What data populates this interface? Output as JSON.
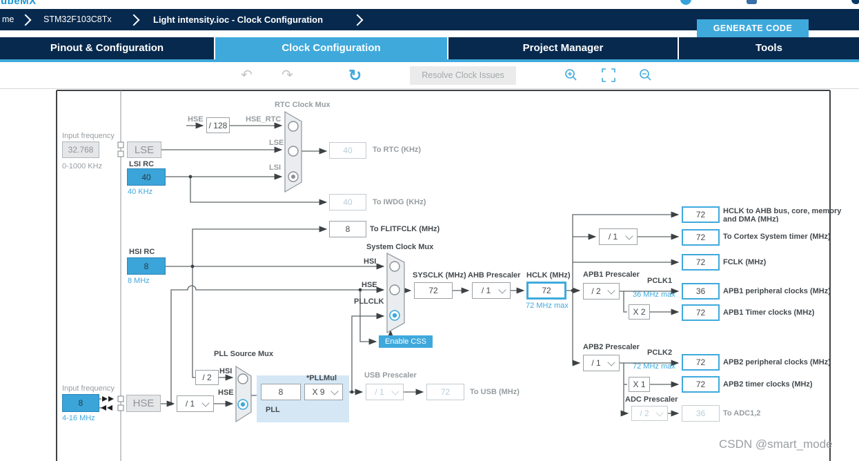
{
  "header": {
    "logo_text": "ubeMX",
    "breadcrumb": {
      "items": [
        "me",
        "STM32F103C8Tx",
        "Light intensity.ioc - Clock Configuration"
      ]
    },
    "generate_code_label": "GENERATE CODE"
  },
  "tabs": [
    {
      "label": "Pinout & Configuration"
    },
    {
      "label": "Clock Configuration"
    },
    {
      "label": "Project Manager"
    },
    {
      "label": "Tools"
    }
  ],
  "toolbar": {
    "undo_icon": "↶",
    "redo_icon": "↷",
    "refresh_icon": "↻",
    "resolve_label": "Resolve Clock Issues"
  },
  "diagram": {
    "lse": {
      "input_label": "Input frequency",
      "input_value": "32.768",
      "range": "0-1000 KHz",
      "osc": "LSE"
    },
    "lsi": {
      "title": "LSI RC",
      "value": "40",
      "freq": "40 KHz"
    },
    "rtc": {
      "mux_title": "RTC Clock Mux",
      "hse": "HSE",
      "div": "/ 128",
      "hse_rtc": "HSE_RTC",
      "lse": "LSE",
      "lsi": "LSI",
      "rtc_value": "40",
      "rtc_label": "To RTC (KHz)",
      "iwdg_value": "40",
      "iwdg_label": "To IWDG (KHz)"
    },
    "flitf": {
      "value": "8",
      "label": "To FLITFCLK (MHz)"
    },
    "hsi": {
      "title": "HSI RC",
      "value": "8",
      "freq": "8 MHz"
    },
    "sysmux": {
      "title": "System Clock Mux",
      "hsi": "HSI",
      "hse": "HSE",
      "pllclk": "PLLCLK"
    },
    "sysclk": {
      "label": "SYSCLK (MHz)",
      "value": "72"
    },
    "ahb": {
      "label": "AHB Prescaler",
      "value": "/ 1"
    },
    "hclk": {
      "label": "HCLK (MHz)",
      "value": "72",
      "max": "72 MHz max"
    },
    "css_button": "Enable CSS",
    "pllmux": {
      "title": "PLL Source Mux",
      "div2": "/ 2",
      "hsi": "HSI",
      "div1": "/ 1",
      "hse": "HSE"
    },
    "pll": {
      "input": "8",
      "mul_label": "*PLLMul",
      "mul": "X 9",
      "name": "PLL"
    },
    "usb": {
      "label": "USB Prescaler",
      "presc": "/ 1",
      "value": "72",
      "out": "To USB (MHz)"
    },
    "hse": {
      "input_label": "Input frequency",
      "input_value": "8",
      "range": "4-16 MHz",
      "osc": "HSE"
    },
    "hclk_out": {
      "value": "72",
      "label": "HCLK to AHB bus, core, memory and DMA (MHz)"
    },
    "cortex": {
      "presc": "/ 1",
      "value": "72",
      "label": "To Cortex System timer (MHz)"
    },
    "fclk": {
      "value": "72",
      "label": "FCLK (MHz)"
    },
    "apb1": {
      "title": "APB1 Prescaler",
      "presc": "/ 2",
      "pclk": "PCLK1",
      "max": "36 MHz max",
      "value": "36",
      "label": "APB1 peripheral clocks (MHz)",
      "mult": "X 2",
      "tvalue": "72",
      "tlabel": "APB1 Timer clocks (MHz)"
    },
    "apb2": {
      "title": "APB2 Prescaler",
      "presc": "/ 1",
      "pclk": "PCLK2",
      "max": "72 MHz max",
      "value": "72",
      "label": "APB2 peripheral clocks (MHz)",
      "mult": "X 1",
      "tvalue": "72",
      "tlabel": "APB2 timer clocks (MHz)"
    },
    "adc": {
      "title": "ADC Prescaler",
      "presc": "/ 2",
      "value": "36",
      "label": "To ADC1,2"
    }
  },
  "watermark": "CSDN @smart_mode",
  "colors": {
    "navy": "#07294d",
    "accent": "#3fa9dc",
    "blue_box": "#3ba4d8"
  }
}
